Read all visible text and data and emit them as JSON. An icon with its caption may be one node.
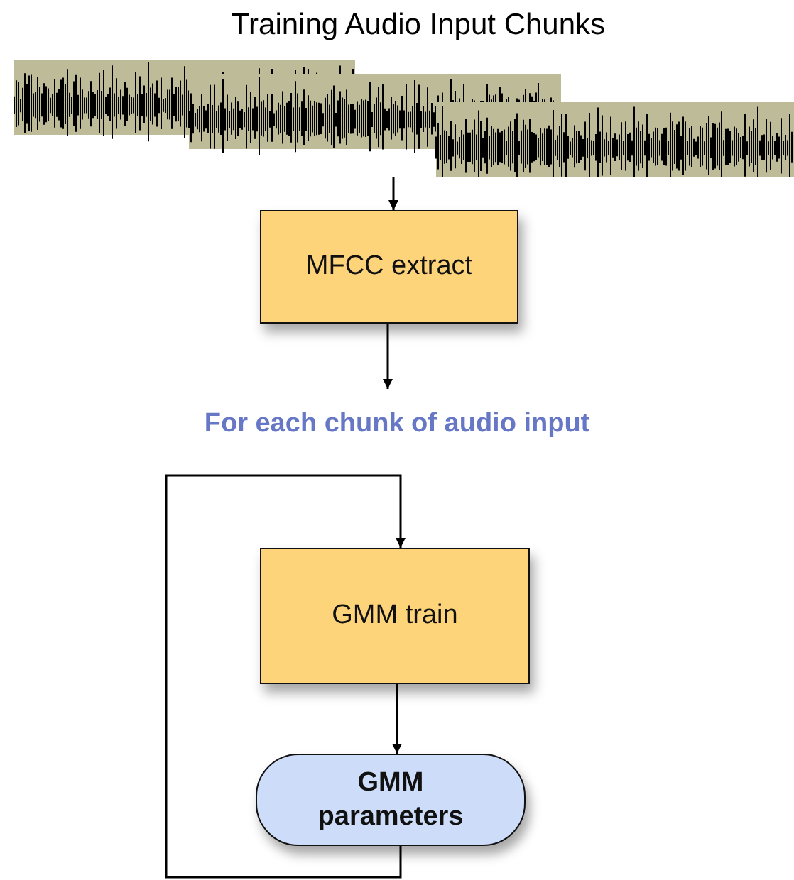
{
  "diagram": {
    "nodes": [
      {
        "text": [
          "Training Audio Input Chunks"
        ]
      },
      {
        "text": [
          "MFCC extract"
        ]
      },
      {
        "text": [
          "For each chunk of audio input"
        ]
      },
      {
        "text": [
          "GMM train"
        ]
      },
      {
        "text": [
          "GMM parameters"
        ]
      }
    ],
    "edges": [
      {
        "from": 0,
        "to": 1,
        "arrow": "to"
      },
      {
        "from": 1,
        "to": 2,
        "arrow": "to"
      },
      {
        "from": 3,
        "to": 4,
        "arrow": "to"
      },
      {
        "from": 4,
        "to": 3,
        "arrow": "to"
      }
    ]
  }
}
